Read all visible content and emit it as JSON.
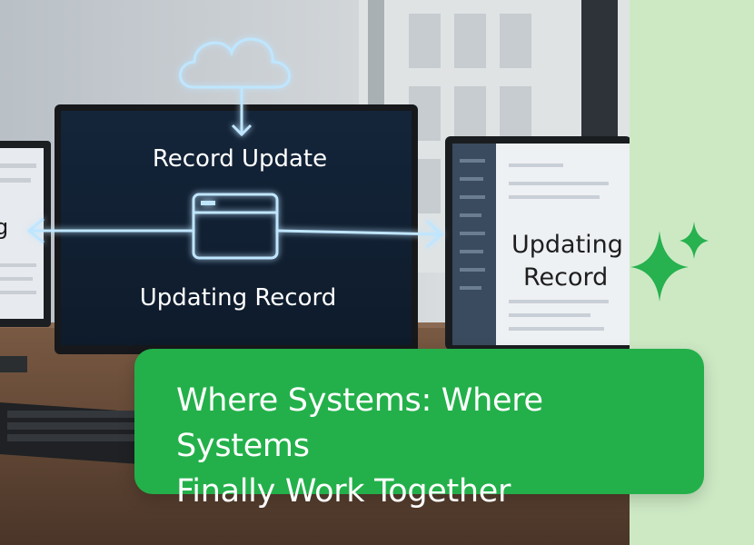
{
  "scene": {
    "cloud_label": "Record Update",
    "monitor_caption": "Updating Record",
    "right_monitor_text_line1": "Updating",
    "right_monitor_text_line2": "Record",
    "left_monitor_fragment": "g"
  },
  "banner": {
    "line1": "Where Systems: Where Systems",
    "line2": "Finally Work Together"
  },
  "colors": {
    "accent_green": "#23b04a",
    "mint_panel": "#cde9c4",
    "glow_blue": "#bfe6ff",
    "sparkle_green": "#27b14f"
  }
}
